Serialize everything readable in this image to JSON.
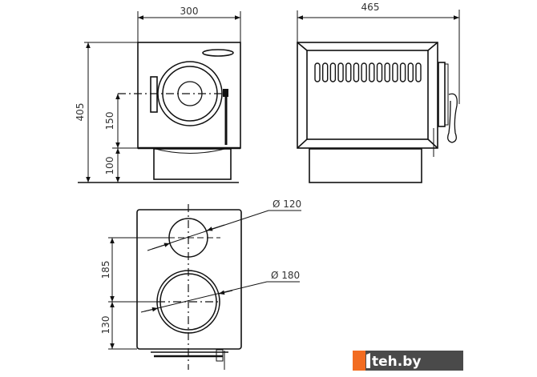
{
  "front_view": {
    "width_label": "300",
    "height_label": "405",
    "door_axis_label": "150",
    "base_label": "100"
  },
  "side_view": {
    "depth_label": "465",
    "vent_slots": 14
  },
  "top_view": {
    "small_diameter_label": "Ø 120",
    "large_diameter_label": "Ø 180",
    "spacing_label": "185",
    "offset_label": "130"
  },
  "watermark": {
    "text": "teh.by",
    "accent": "#f26c21",
    "background": "#4a4a4a"
  }
}
